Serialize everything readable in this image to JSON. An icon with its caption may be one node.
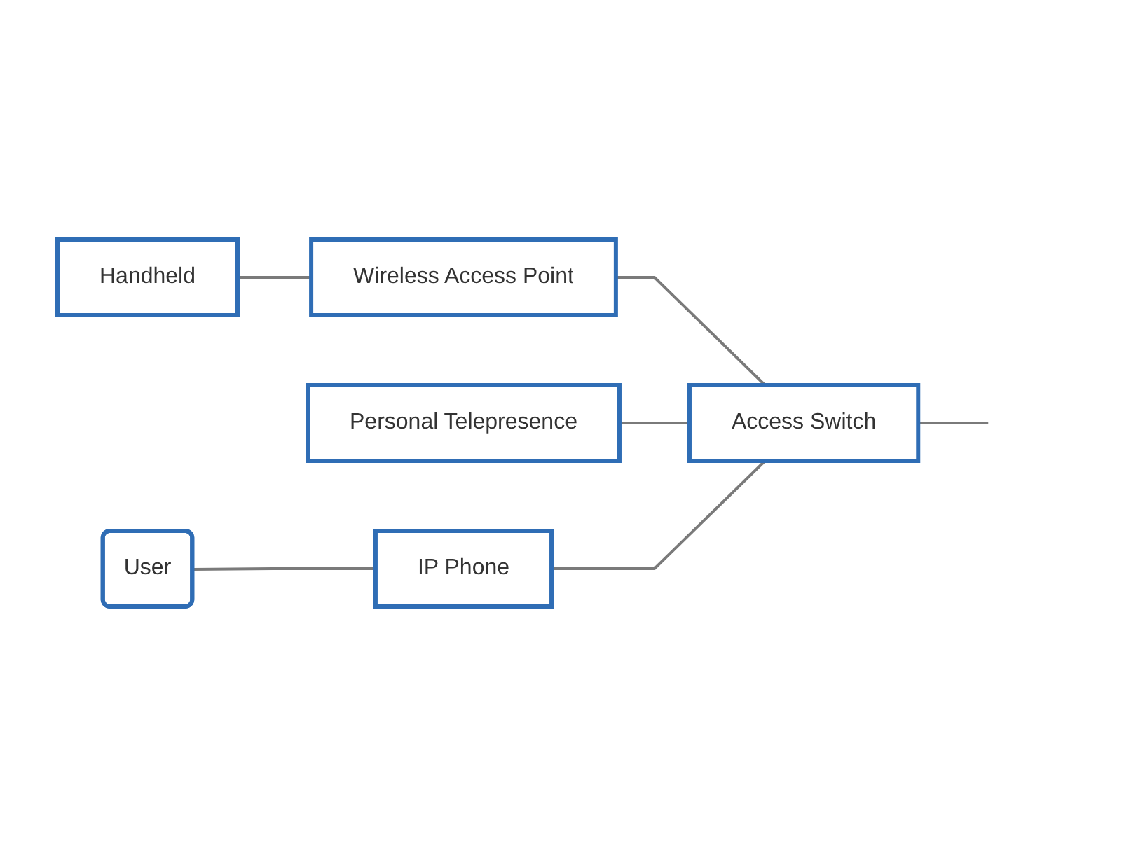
{
  "diagram": {
    "nodes": [
      {
        "text": [
          "Handheld"
        ]
      },
      {
        "text": [
          "Wireless Access Point"
        ]
      },
      {
        "text": [
          "Access Switch"
        ]
      },
      {
        "text": [
          "Personal Telepresence"
        ]
      },
      {
        "text": [
          "User"
        ]
      },
      {
        "text": [
          "IP Phone"
        ]
      }
    ],
    "edges": [
      {
        "from": 0,
        "to": 1,
        "arrow": "none"
      },
      {
        "from": 1,
        "to": 2,
        "arrow": "none"
      },
      {
        "from": 3,
        "to": 2,
        "arrow": "none"
      },
      {
        "from": 5,
        "to": 2,
        "arrow": "none"
      },
      {
        "from": 4,
        "to": 5,
        "arrow": "none"
      },
      {
        "from": 2,
        "to": null,
        "arrow": "none"
      }
    ]
  }
}
